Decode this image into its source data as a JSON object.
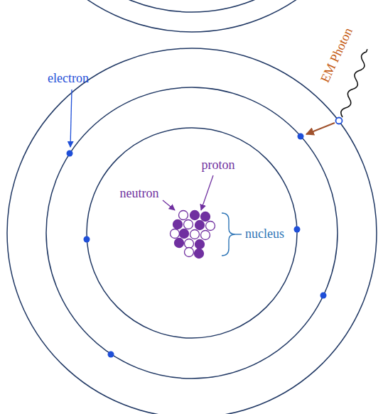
{
  "diagram": {
    "labels": [
      "EM Photon",
      "electron",
      "proton",
      "neutron",
      "nucleus"
    ]
  }
}
